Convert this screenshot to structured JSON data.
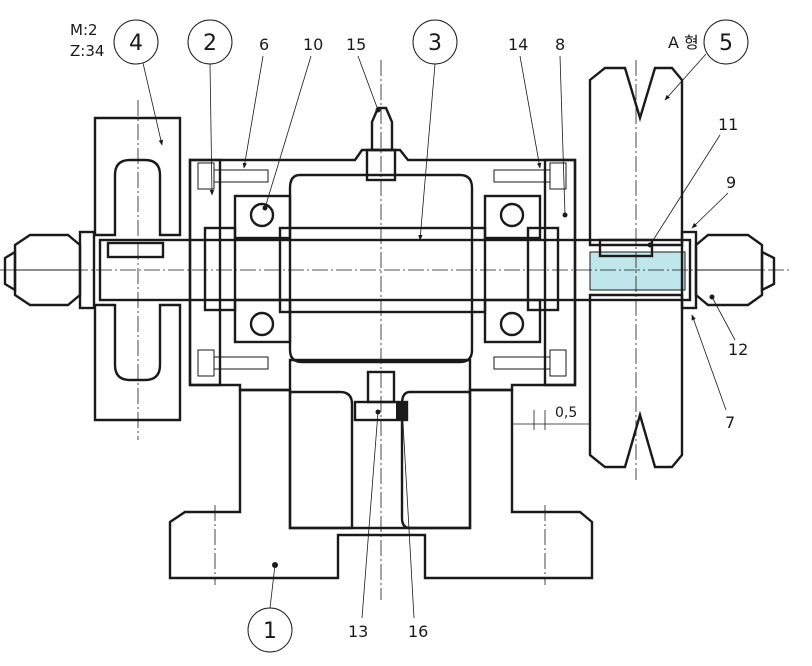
{
  "gear_spec": {
    "module": "M:2",
    "teeth": "Z:34"
  },
  "pulley_spec": "A 형",
  "clearance": "0,5",
  "colors": {
    "ink": "#1a1a1a",
    "highlight": "#bfe6ea"
  },
  "balloons": [
    {
      "id": "b1",
      "text": "1"
    },
    {
      "id": "b2",
      "text": "2"
    },
    {
      "id": "b3",
      "text": "3"
    },
    {
      "id": "b4",
      "text": "4"
    },
    {
      "id": "b5",
      "text": "5"
    }
  ],
  "labels": {
    "l6": "6",
    "l7": "7",
    "l8": "8",
    "l9": "9",
    "l10": "10",
    "l11": "11",
    "l12": "12",
    "l13": "13",
    "l14": "14",
    "l15": "15",
    "l16": "16"
  }
}
